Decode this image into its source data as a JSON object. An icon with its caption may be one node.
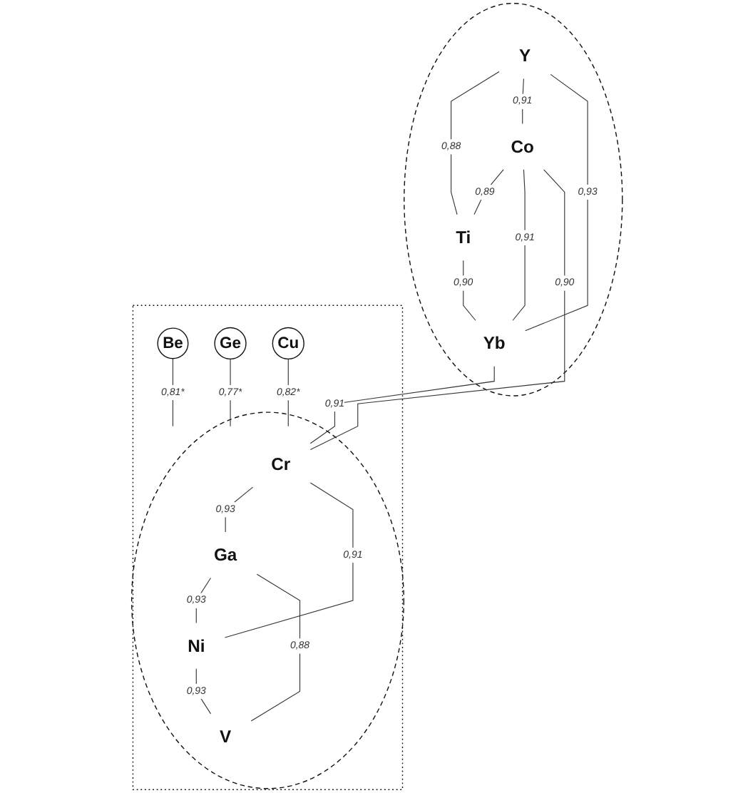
{
  "diagram": {
    "nodes": [
      {
        "text": [],
        "shape": "circle"
      },
      {
        "text": [
          "Y"
        ],
        "in": 0
      },
      {
        "text": [
          "Ti"
        ],
        "in": 0
      },
      {
        "text": [
          "Co"
        ],
        "in": 0
      },
      {
        "text": [
          "Yb"
        ],
        "in": 0
      },
      {
        "text": [],
        "shape": "box"
      },
      {
        "text": [],
        "shape": "circle",
        "in": 5
      },
      {
        "text": [
          "Be"
        ],
        "in": 5
      },
      {
        "text": [
          "Cr"
        ],
        "in": 6
      },
      {
        "text": [
          "Ge"
        ],
        "in": 5
      },
      {
        "text": [
          "Ga"
        ],
        "in": 6
      },
      {
        "text": [
          "Ni"
        ],
        "in": 6
      },
      {
        "text": [
          "Cu"
        ],
        "in": 5
      },
      {
        "text": [
          "V"
        ],
        "in": 6
      }
    ],
    "edges": [
      {
        "from": 1,
        "to": 2,
        "arrow": "none",
        "label": "0,88"
      },
      {
        "from": 1,
        "to": 3,
        "arrow": "none",
        "label": "0,91"
      },
      {
        "from": 2,
        "to": 4,
        "arrow": "none",
        "label": "0,90"
      },
      {
        "from": 3,
        "to": 2,
        "arrow": "none",
        "label": "0,89"
      },
      {
        "from": 1,
        "to": 4,
        "arrow": "none",
        "label": "0,93"
      },
      {
        "from": 3,
        "to": 4,
        "arrow": "none",
        "label": "0,91"
      },
      {
        "from": 3,
        "to": 8,
        "arrow": "none",
        "label": "0,90"
      },
      {
        "from": 4,
        "to": 8,
        "arrow": "none",
        "label": "0,91"
      },
      {
        "from": 7,
        "to": 6,
        "arrow": "none",
        "label": "0,81*"
      },
      {
        "from": 8,
        "to": 10,
        "arrow": "none",
        "label": "0,93"
      },
      {
        "from": 8,
        "to": 11,
        "arrow": "none",
        "label": "0,91"
      },
      {
        "from": 9,
        "to": 6,
        "arrow": "none",
        "label": "0,77*"
      },
      {
        "from": 10,
        "to": 11,
        "arrow": "none",
        "label": "0,93"
      },
      {
        "from": 12,
        "to": 6,
        "arrow": "none",
        "label": "0,82*"
      },
      {
        "from": 10,
        "to": 13,
        "arrow": "none",
        "label": "0,88"
      },
      {
        "from": 11,
        "to": 13,
        "arrow": "none",
        "label": "0,93"
      }
    ]
  }
}
